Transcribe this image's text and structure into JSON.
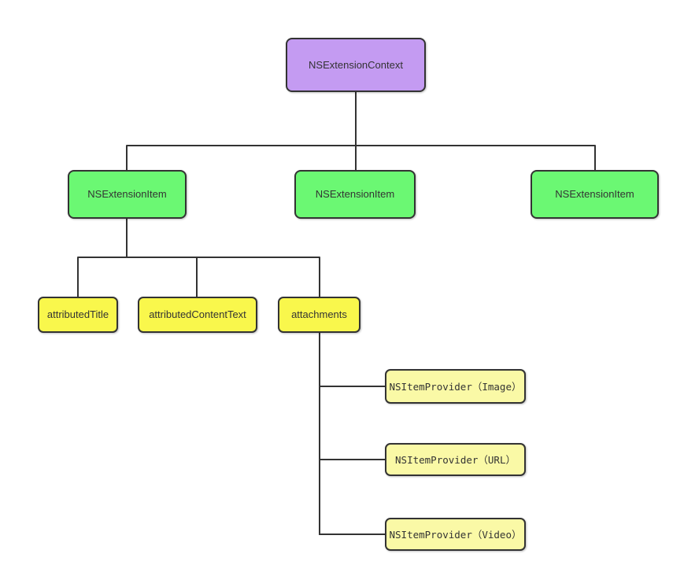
{
  "diagram": {
    "nodes": {
      "context": {
        "label": "NSExtensionContext"
      },
      "item1": {
        "label": "NSExtensionItem"
      },
      "item2": {
        "label": "NSExtensionItem"
      },
      "item3": {
        "label": "NSExtensionItem"
      },
      "attributedTitle": {
        "label": "attributedTitle"
      },
      "attributedContentText": {
        "label": "attributedContentText"
      },
      "attachments": {
        "label": "attachments"
      },
      "providerImage": {
        "label": "NSItemProvider（Image）"
      },
      "providerUrl": {
        "label": "NSItemProvider（URL）"
      },
      "providerVideo": {
        "label": "NSItemProvider（Video）"
      }
    },
    "colors": {
      "context_fill": "#c49bf2",
      "item_fill": "#6bf873",
      "property_fill": "#f9f74c",
      "provider_fill": "#faf9a6",
      "border": "#333333",
      "line": "#333333",
      "text": "#333333",
      "background": "#ffffff"
    }
  }
}
